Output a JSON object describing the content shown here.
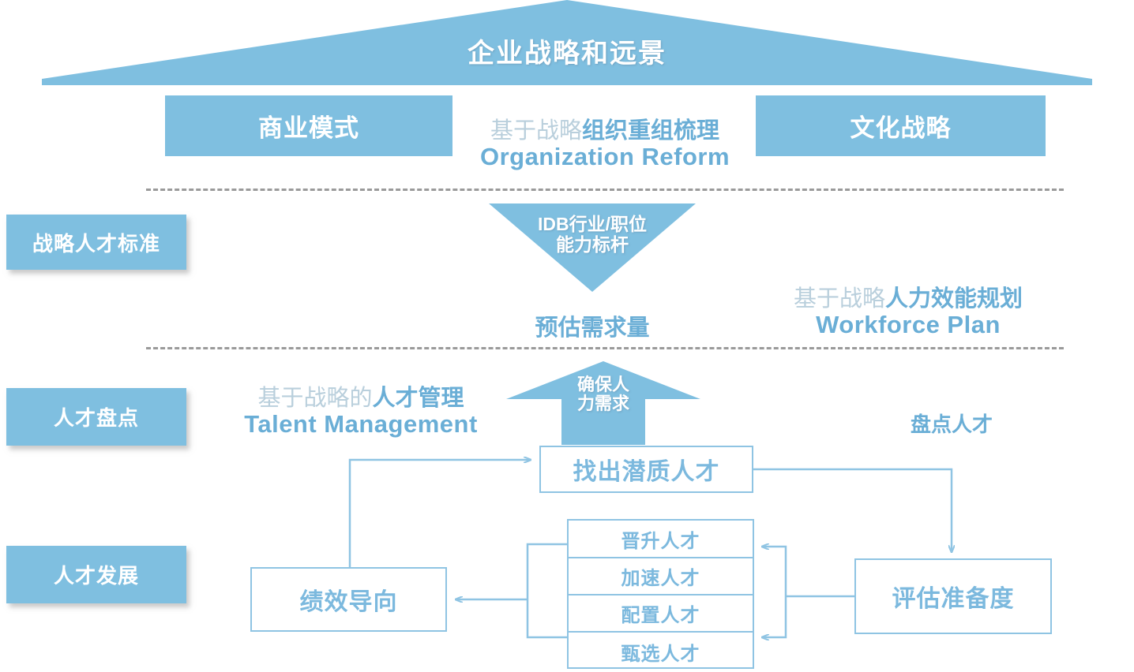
{
  "colors": {
    "blue_fill": "#7fbfe0",
    "outline_blue": "#8fc4e3",
    "text_blue": "#6aaed6",
    "soft_gray_blue": "#b9cfdc",
    "dashed_gray": "#9a9a9a",
    "white": "#ffffff"
  },
  "roof": {
    "title": "企业战略和远景"
  },
  "pillars": {
    "left": "商业模式",
    "right": "文化战略"
  },
  "sidebar": {
    "items": [
      {
        "label": "战略人才标准"
      },
      {
        "label": "人才盘点"
      },
      {
        "label": "人才发展"
      }
    ]
  },
  "captions": {
    "org_reform": {
      "cn_soft": "基于战略",
      "cn_strong": "组织重组梳理",
      "en": "Organization Reform"
    },
    "workforce_plan": {
      "cn_soft": "基于战略",
      "cn_strong": "人力效能规划",
      "en": "Workforce Plan"
    },
    "talent_management": {
      "cn_soft": "基于战略的",
      "cn_strong": "人才管理",
      "en": "Talent Management"
    }
  },
  "funnel": {
    "line1": "IDB行业/职位",
    "line2": "能力标杆",
    "caption": "预估需求量"
  },
  "uparrow": {
    "line1": "确保人",
    "line2": "力需求"
  },
  "flow": {
    "inventory_label": "盘点人才",
    "find_talent": "找出潜质人才",
    "assess_readiness": "评估准备度",
    "performance": "绩效导向",
    "stack": [
      {
        "label": "晋升人才"
      },
      {
        "label": "加速人才"
      },
      {
        "label": "配置人才"
      },
      {
        "label": "甄选人才"
      }
    ]
  }
}
